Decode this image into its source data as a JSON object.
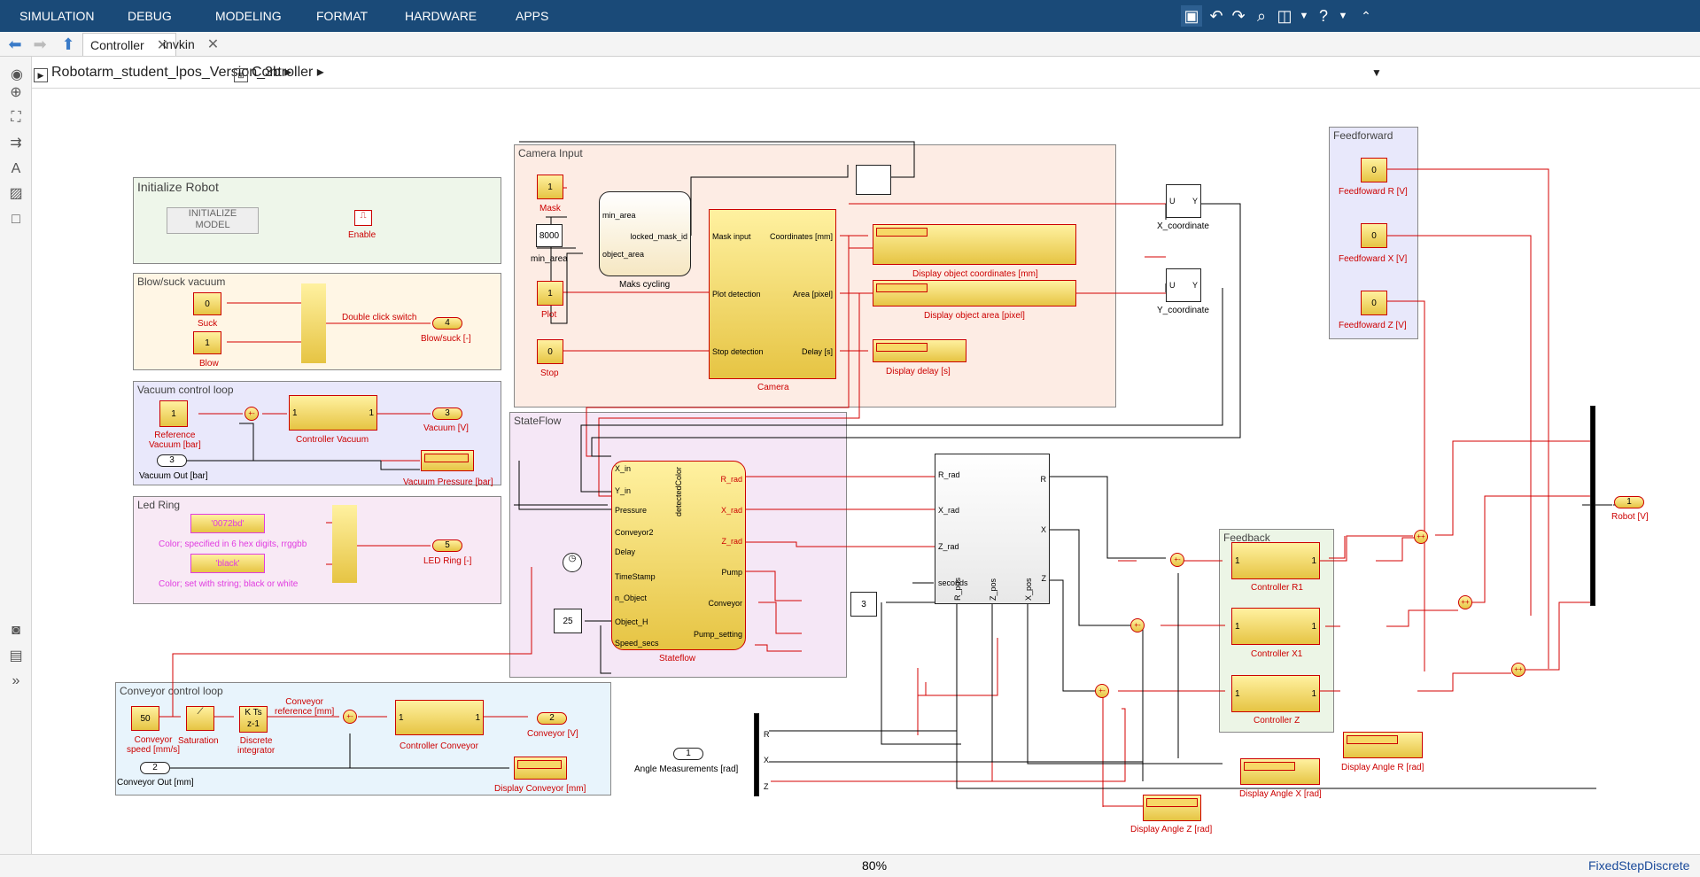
{
  "menu": [
    "SIMULATION",
    "DEBUG",
    "MODELING",
    "FORMAT",
    "HARDWARE",
    "APPS"
  ],
  "tabs": [
    {
      "label": "Controller"
    },
    {
      "label": "invkin"
    }
  ],
  "breadcrumb": {
    "model": "Robotarm_student_lpos_Version_3b",
    "subsystem": "Controller"
  },
  "status": {
    "zoom": "80%",
    "solver": "FixedStepDiscrete"
  },
  "colors": {
    "toolbar": "#1a4a78",
    "signal": "#d40000",
    "block_fill": "#f1d55c"
  },
  "areas": {
    "init": "Initialize Robot",
    "init_button": "INITIALIZE\nMODEL",
    "enable": "Enable",
    "blow": "Blow/suck vacuum",
    "vacuum": "Vacuum control loop",
    "led": "Led Ring",
    "conveyor": "Conveyor control loop",
    "camera": "Camera Input",
    "stateflow": "StateFlow",
    "feedforward": "Feedforward",
    "feedback": "Feedback"
  },
  "blocks": {
    "suck_val": "0",
    "suck": "Suck",
    "blow_val": "1",
    "blow": "Blow",
    "dbl": "Double click switch",
    "out4": "4",
    "out4_lbl": "Blow/suck [-]",
    "refvac_val": "1",
    "refvac": "Reference\nVacuum [bar]",
    "ctrl_vac": "Controller Vacuum",
    "in1": "1",
    "out1": "1",
    "out3": "3",
    "out3_lbl": "Vacuum [V]",
    "in3": "3",
    "vac_out": "Vacuum Out [bar]",
    "vac_press": "Vacuum Pressure [bar]",
    "led_c1": "'0072bd'",
    "led_c1_lbl": "Color; specified in 6 hex digits, rrggbb",
    "led_c2": "'black'",
    "led_c2_lbl": "Color; set with string; black or white",
    "out5": "5",
    "out5_lbl": "LED Ring [-]",
    "conv_val": "50",
    "conv_speed": "Conveyor\nspeed [mm/s]",
    "sat": "Saturation",
    "di": "K Ts\nz-1",
    "di_lbl": "Discrete\nintegrator",
    "conv_ref": "Conveyor\nreference [mm]",
    "ctrl_conv": "Controller Conveyor",
    "out2": "2",
    "out2_lbl": "Conveyor [V]",
    "in2": "2",
    "conv_out": "Conveyor Out [mm]",
    "disp_conv": "Display Conveyor [mm]",
    "mask_val": "1",
    "mask": "Mask",
    "area_val": "8000",
    "min_area": "min_area",
    "plot_val": "1",
    "plot": "Plot",
    "stop_val": "0",
    "stop": "Stop",
    "mask_cyc": "Maks cycling",
    "min_area_p": "min_area",
    "obj_area_p": "object_area",
    "locked_p": "locked_mask_id",
    "cam_mask": "Mask input",
    "cam_plot": "Plot detection",
    "cam_stop": "Stop detection",
    "cam_coord": "Coordinates [mm]",
    "cam_area": "Area [pixel]",
    "cam_delay": "Delay [s]",
    "camera": "Camera",
    "disp_coord": "Display object coordinates [mm]",
    "disp_area": "Display object area [pixel]",
    "disp_delay": "Display delay [s]",
    "xcoord": "X_coordinate",
    "ycoord": "Y_coordinate",
    "u": "U",
    "y": "Y",
    "sf_in": [
      "X_in",
      "Y_in",
      "Pressure",
      "Conveyor2",
      "Delay",
      "TimeStamp",
      "n_Object",
      "Object_H",
      "Speed_secs"
    ],
    "sf_out": [
      "R_rad",
      "X_rad",
      "Z_rad",
      "Pump",
      "Conveyor",
      "Pump_setting"
    ],
    "sf_det": "detectedColor",
    "sf_name": "Stateflow",
    "objh_val": "25",
    "ik_in": [
      "R_rad",
      "X_rad",
      "Z_rad",
      "seconds"
    ],
    "ik_out": [
      "R",
      "X",
      "Z"
    ],
    "ik_bot": [
      "R_pos",
      "Z_pos",
      "X_pos"
    ],
    "c3": "3",
    "ff_r_val": "0",
    "ff_r": "Feedfoward R [V]",
    "ff_x_val": "0",
    "ff_x": "Feedfoward X [V]",
    "ff_z_val": "0",
    "ff_z": "Feedfoward Z [V]",
    "ctrl_r1": "Controller R1",
    "ctrl_x1": "Controller X1",
    "ctrl_z": "Controller Z",
    "robot_out": "1",
    "robot": "Robot [V]",
    "angle_in": "1",
    "angle": "Angle Measurements [rad]",
    "mux_r": "R",
    "mux_x": "X",
    "mux_z": "Z",
    "disp_r": "Display Angle R [rad]",
    "disp_x": "Display Angle X [rad]",
    "disp_z": "Display Angle Z [rad]"
  }
}
